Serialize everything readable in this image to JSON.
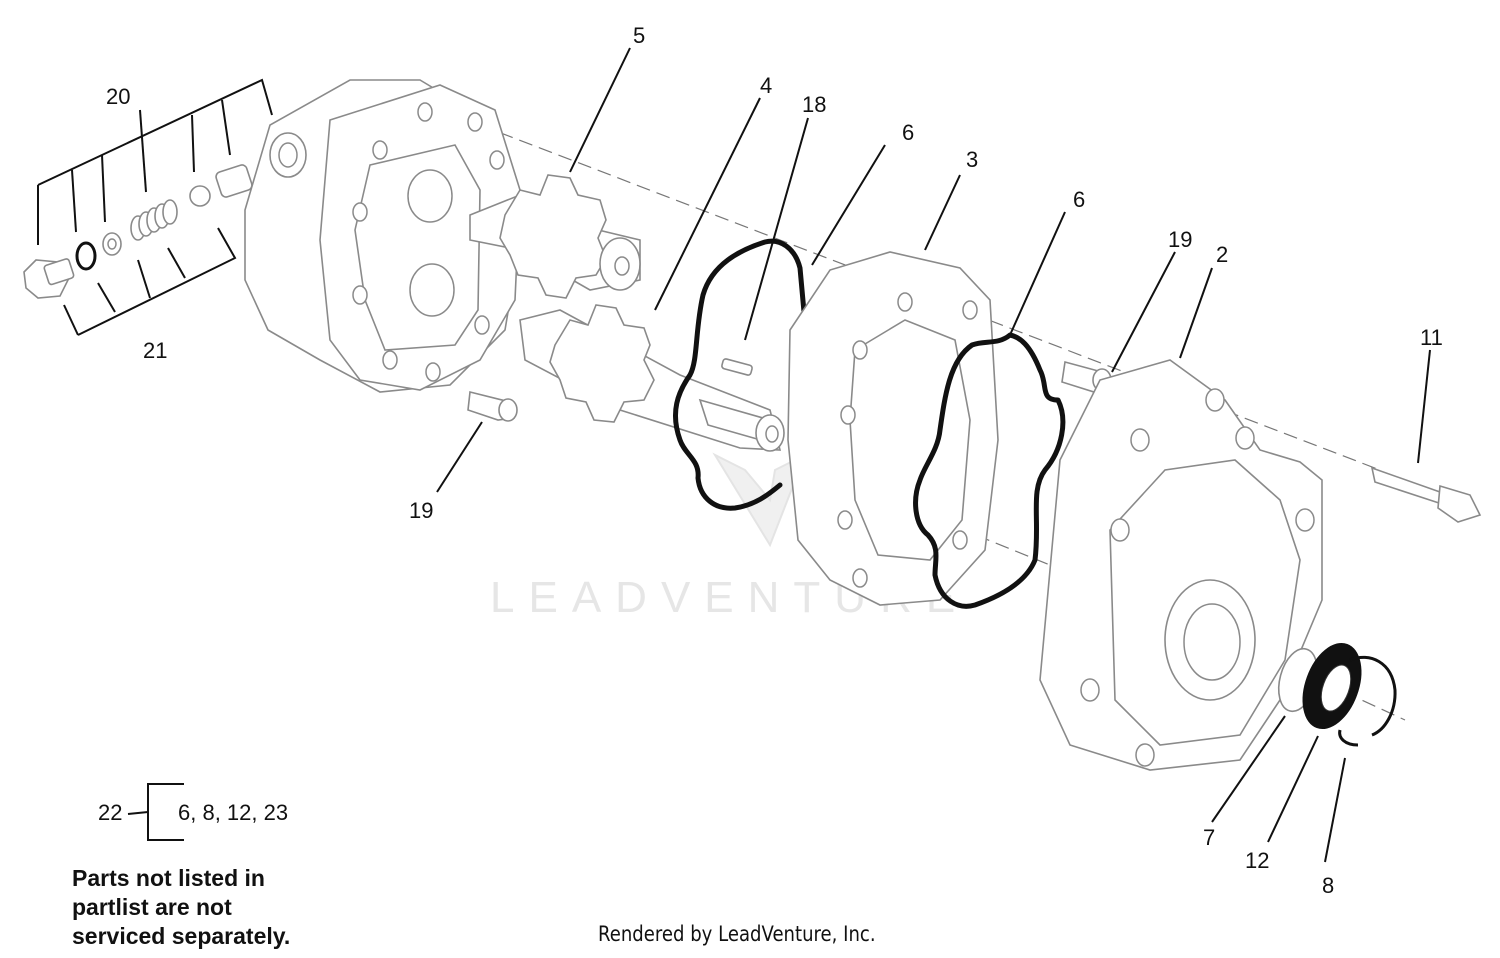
{
  "diagram": {
    "callouts": [
      {
        "id": "c20",
        "label": "20"
      },
      {
        "id": "c21",
        "label": "21"
      },
      {
        "id": "c5",
        "label": "5"
      },
      {
        "id": "c4",
        "label": "4"
      },
      {
        "id": "c18",
        "label": "18"
      },
      {
        "id": "c6a",
        "label": "6"
      },
      {
        "id": "c3",
        "label": "3"
      },
      {
        "id": "c6b",
        "label": "6"
      },
      {
        "id": "c19a",
        "label": "19"
      },
      {
        "id": "c2",
        "label": "2"
      },
      {
        "id": "c11",
        "label": "11"
      },
      {
        "id": "c19b",
        "label": "19"
      },
      {
        "id": "c7",
        "label": "7"
      },
      {
        "id": "c12",
        "label": "12"
      },
      {
        "id": "c8",
        "label": "8"
      }
    ],
    "kit": {
      "label": "22",
      "items": "6, 8, 12, 23"
    },
    "note": [
      "Parts not listed in",
      "partlist are not",
      "serviced separately."
    ],
    "watermark": "LEADVENTURE",
    "credit": "Rendered by LeadVenture, Inc."
  }
}
